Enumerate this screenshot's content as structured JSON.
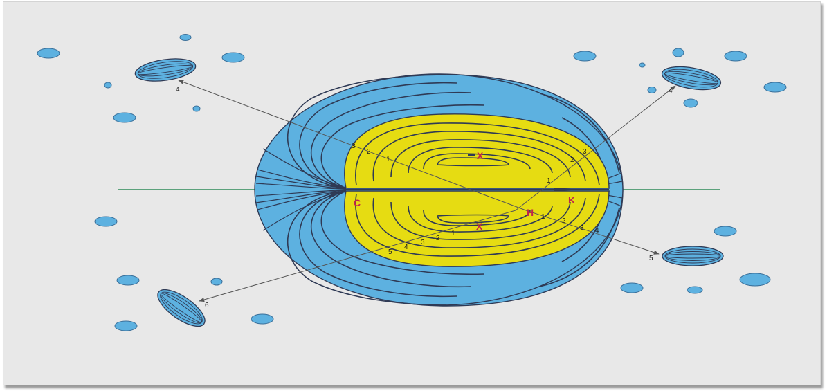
{
  "colors": {
    "background": "#e8e8e8",
    "outer_region": "#5db1e0",
    "inner_region": "#e6dc12",
    "contour": "#2f3a55",
    "axis": "#2e8a58",
    "label": "#c0264b",
    "arrow": "#555555"
  },
  "labels": {
    "center_top": "X",
    "center_bottom": "X",
    "left_point": "C",
    "right_point": "K",
    "intersection": "H"
  },
  "upper_left_arrow": {
    "end_label": "4",
    "ticks": [
      "3",
      "2",
      "1"
    ]
  },
  "upper_right_arrow": {
    "end_label": "4",
    "ticks": [
      "3",
      "2",
      "1"
    ]
  },
  "lower_right_arrow": {
    "end_label": "5",
    "ticks": [
      "1",
      "2",
      "3",
      "4"
    ]
  },
  "lower_left_arrow": {
    "end_label": "6",
    "ticks": [
      "1",
      "2",
      "3",
      "4",
      "5"
    ]
  }
}
